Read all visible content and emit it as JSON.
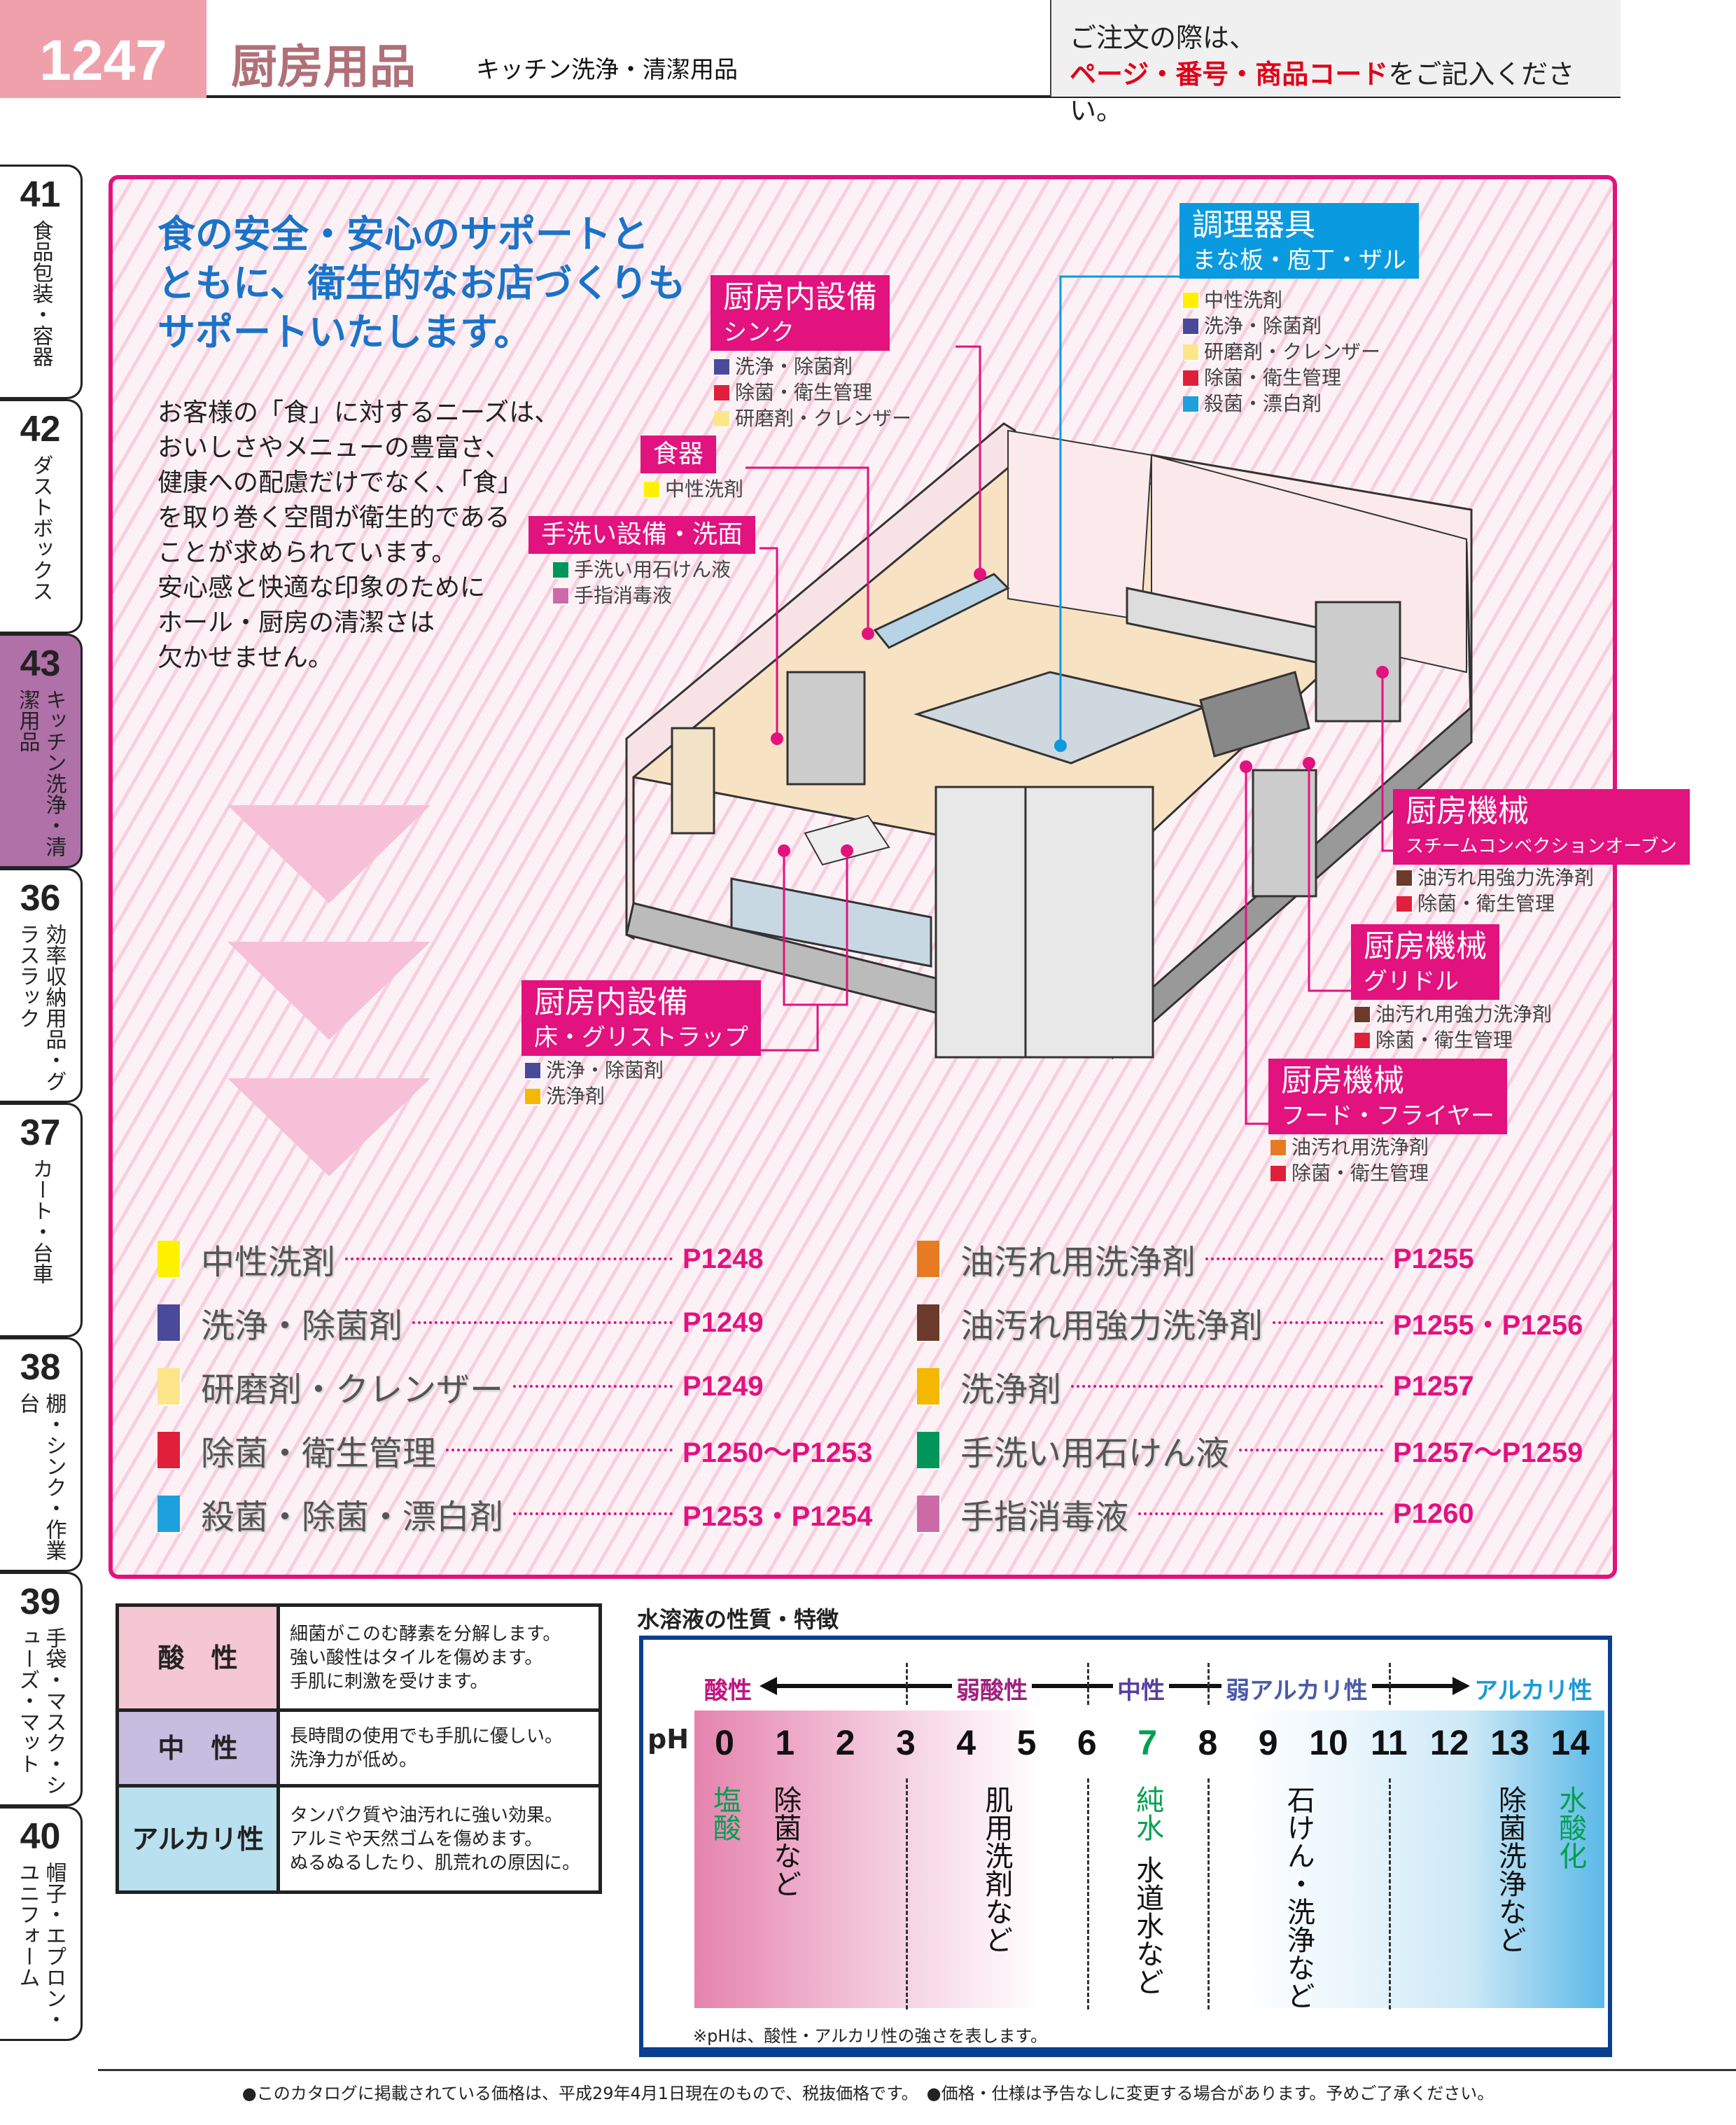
{
  "header": {
    "page_number": "1247",
    "title": "厨房用品",
    "subtitle": "キッチン洗浄・清潔用品",
    "order_note_line1": "ご注文の際は、",
    "order_note_highlight": "ページ・番号・商品コード",
    "order_note_rest": "をご記入ください。"
  },
  "side_tabs": [
    {
      "num": "41",
      "label": "食品包装・容器"
    },
    {
      "num": "42",
      "label": "ダストボックス"
    },
    {
      "num": "43",
      "label": "キッチン洗浄・清潔用品",
      "active": true
    },
    {
      "num": "36",
      "label": "効率収納用品・グラスラック"
    },
    {
      "num": "37",
      "label": "カート・台車"
    },
    {
      "num": "38",
      "label": "棚・シンク・作業台"
    },
    {
      "num": "39",
      "label": "手袋・マスク・シューズ・マット"
    },
    {
      "num": "40",
      "label": "帽子・エプロン・ユニフォーム"
    }
  ],
  "intro": {
    "headline": [
      "食の安全・安心のサポートと",
      "ともに、衛生的なお店づくりも",
      "サポートいたします。"
    ],
    "body": [
      "お客様の「食」に対するニーズは、",
      "おいしさやメニューの豊富さ、",
      "健康への配慮だけでなく、「食」",
      "を取り巻く空間が衛生的である",
      "ことが求められています。",
      "安心感と快適な印象のために",
      "ホール・厨房の清潔さは",
      "欠かせません。"
    ]
  },
  "colors": {
    "neutral": "#fff100",
    "wash_disinfect": "#4a4a9a",
    "abrasive": "#fde58a",
    "hygiene": "#e0203a",
    "sterilize": "#1ea0dc",
    "grease": "#e87a22",
    "grease_strong": "#6b3a2a",
    "detergent": "#f5b800",
    "hand_soap": "#00955a",
    "hand_sanitizer": "#cc6aa8",
    "accent": "#e2127f",
    "blue": "#0a9ae0"
  },
  "callouts": {
    "utensils": {
      "title": "調理器具",
      "subtitle": "まな板・庖丁・ザル",
      "items": [
        {
          "c": "#fff100",
          "t": "中性洗剤"
        },
        {
          "c": "#4a4a9a",
          "t": "洗浄・除菌剤"
        },
        {
          "c": "#fde58a",
          "t": "研磨剤・クレンザー"
        },
        {
          "c": "#e0203a",
          "t": "除菌・衛生管理"
        },
        {
          "c": "#1ea0dc",
          "t": "殺菌・漂白剤"
        }
      ]
    },
    "sink": {
      "title": "厨房内設備",
      "subtitle": "シンク",
      "items": [
        {
          "c": "#4a4a9a",
          "t": "洗浄・除菌剤"
        },
        {
          "c": "#e0203a",
          "t": "除菌・衛生管理"
        },
        {
          "c": "#fde58a",
          "t": "研磨剤・クレンザー"
        }
      ]
    },
    "tableware": {
      "title": "食器",
      "items": [
        {
          "c": "#fff100",
          "t": "中性洗剤"
        }
      ]
    },
    "handwash": {
      "title": "手洗い設備・洗面",
      "items": [
        {
          "c": "#00955a",
          "t": "手洗い用石けん液"
        },
        {
          "c": "#cc6aa8",
          "t": "手指消毒液"
        }
      ]
    },
    "floor": {
      "title": "厨房内設備",
      "subtitle": "床・グリストラップ",
      "items": [
        {
          "c": "#4a4a9a",
          "t": "洗浄・除菌剤"
        },
        {
          "c": "#f5b800",
          "t": "洗浄剤"
        }
      ]
    },
    "oven": {
      "title": "厨房機械",
      "subtitle": "スチームコンベクションオーブン",
      "items": [
        {
          "c": "#6b3a2a",
          "t": "油汚れ用強力洗浄剤"
        },
        {
          "c": "#e0203a",
          "t": "除菌・衛生管理"
        }
      ]
    },
    "griddle": {
      "title": "厨房機械",
      "subtitle": "グリドル",
      "items": [
        {
          "c": "#6b3a2a",
          "t": "油汚れ用強力洗浄剤"
        },
        {
          "c": "#e0203a",
          "t": "除菌・衛生管理"
        }
      ]
    },
    "hood": {
      "title": "厨房機械",
      "subtitle": "フード・フライヤー",
      "items": [
        {
          "c": "#e87a22",
          "t": "油汚れ用洗浄剤"
        },
        {
          "c": "#e0203a",
          "t": "除菌・衛生管理"
        }
      ]
    }
  },
  "legend": {
    "left": [
      {
        "c": "#fff100",
        "label": "中性洗剤",
        "page": "P1248"
      },
      {
        "c": "#4a4a9a",
        "label": "洗浄・除菌剤",
        "page": "P1249"
      },
      {
        "c": "#fde58a",
        "label": "研磨剤・クレンザー",
        "page": "P1249"
      },
      {
        "c": "#e0203a",
        "label": "除菌・衛生管理",
        "page": "P1250～P1253"
      },
      {
        "c": "#1ea0dc",
        "label": "殺菌・除菌・漂白剤",
        "page": "P1253・P1254"
      }
    ],
    "right": [
      {
        "c": "#e87a22",
        "label": "油汚れ用洗浄剤",
        "page": "P1255"
      },
      {
        "c": "#6b3a2a",
        "label": "油汚れ用強力洗浄剤",
        "page": "P1255・P1256"
      },
      {
        "c": "#f5b800",
        "label": "洗浄剤",
        "page": "P1257"
      },
      {
        "c": "#00955a",
        "label": "手洗い用石けん液",
        "page": "P1257～P1259"
      },
      {
        "c": "#cc6aa8",
        "label": "手指消毒液",
        "page": "P1260"
      }
    ]
  },
  "properties_table": [
    {
      "key": "酸　性",
      "bg": "#f5c6d4",
      "desc": [
        "細菌がこのむ酵素を分解します。",
        "強い酸性はタイルを傷めます。",
        "手肌に刺激を受けます。"
      ]
    },
    {
      "key": "中　性",
      "bg": "#c6bde0",
      "desc": [
        "長時間の使用でも手肌に優しい。",
        "洗浄力が低め。"
      ]
    },
    {
      "key": "アルカリ性",
      "bg": "#b8e0ee",
      "desc": [
        "タンパク質や油汚れに強い効果。",
        "アルミや天然ゴムを傷めます。",
        "ぬるぬるしたり、肌荒れの原因に。"
      ]
    }
  ],
  "ph_scale": {
    "title": "水溶液の性質・特徴",
    "axis_label": "pH",
    "numbers": [
      "0",
      "1",
      "2",
      "3",
      "4",
      "5",
      "6",
      "7",
      "8",
      "9",
      "10",
      "11",
      "12",
      "13",
      "14"
    ],
    "categories": [
      {
        "t": "酸性",
        "c": "#c0147f"
      },
      {
        "t": "弱酸性",
        "c": "#a0207f"
      },
      {
        "t": "中性",
        "c": "#5a3fa0"
      },
      {
        "t": "弱アルカリ性",
        "c": "#4a5aa8"
      },
      {
        "t": "アルカリ性",
        "c": "#1a9ad6"
      }
    ],
    "examples": [
      {
        "t": "塩酸",
        "ph": 0,
        "green": true
      },
      {
        "t": "除菌など",
        "ph": 1
      },
      {
        "t": "肌用洗剤など",
        "ph": 4.5
      },
      {
        "t": "純水",
        "ph": 7,
        "green": true
      },
      {
        "t": "水道水など",
        "ph": 7,
        "below": true
      },
      {
        "t": "石けん・洗浄など",
        "ph": 9.5
      },
      {
        "t": "除菌洗浄など",
        "ph": 13
      },
      {
        "t": "水酸化",
        "ph": 14,
        "green": true
      }
    ],
    "note": "※pHは、酸性・アルカリ性の強さを表します。"
  },
  "footer": "●このカタログに掲載されている価格は、平成29年4月1日現在のもので、税抜価格です。　●価格・仕様は予告なしに変更する場合があります。予めご了承ください。"
}
